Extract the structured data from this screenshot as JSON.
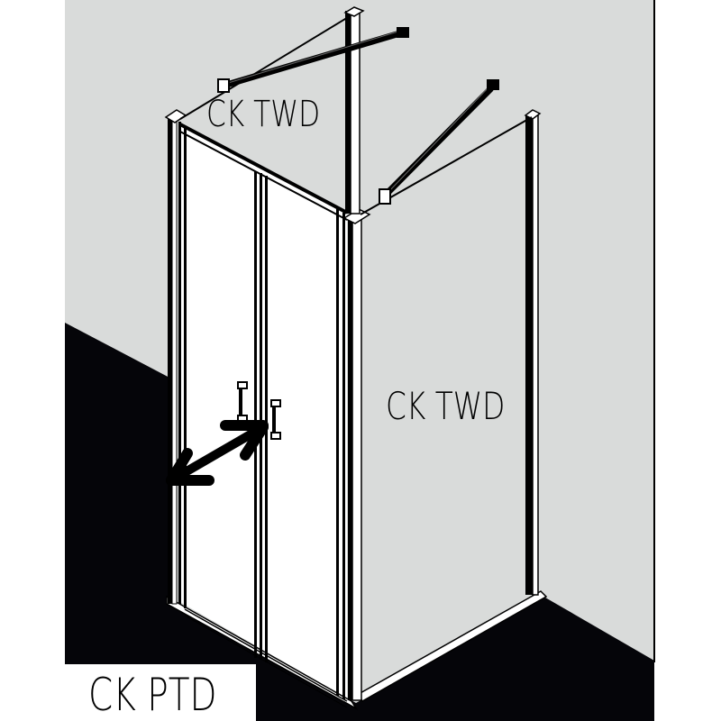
{
  "diagram": {
    "type": "technical product drawing",
    "subject": "corner shower enclosure with double swing door",
    "colors": {
      "wall": "#d9dbda",
      "floor": "#050509",
      "glass": "#ffffff",
      "frame": "#000000",
      "background": "#ffffff"
    },
    "labels": {
      "top_panel": "CK TWD",
      "side_panel": "CK TWD",
      "front_door": "CK PTD"
    },
    "components": [
      {
        "name": "front double door",
        "label": "CK PTD"
      },
      {
        "name": "side wall panel",
        "label": "CK TWD"
      },
      {
        "name": "back wall panel",
        "label": "CK TWD"
      },
      {
        "name": "stabilizer bar left"
      },
      {
        "name": "stabilizer bar right"
      },
      {
        "name": "door handles"
      },
      {
        "name": "opening direction arrow"
      }
    ]
  }
}
